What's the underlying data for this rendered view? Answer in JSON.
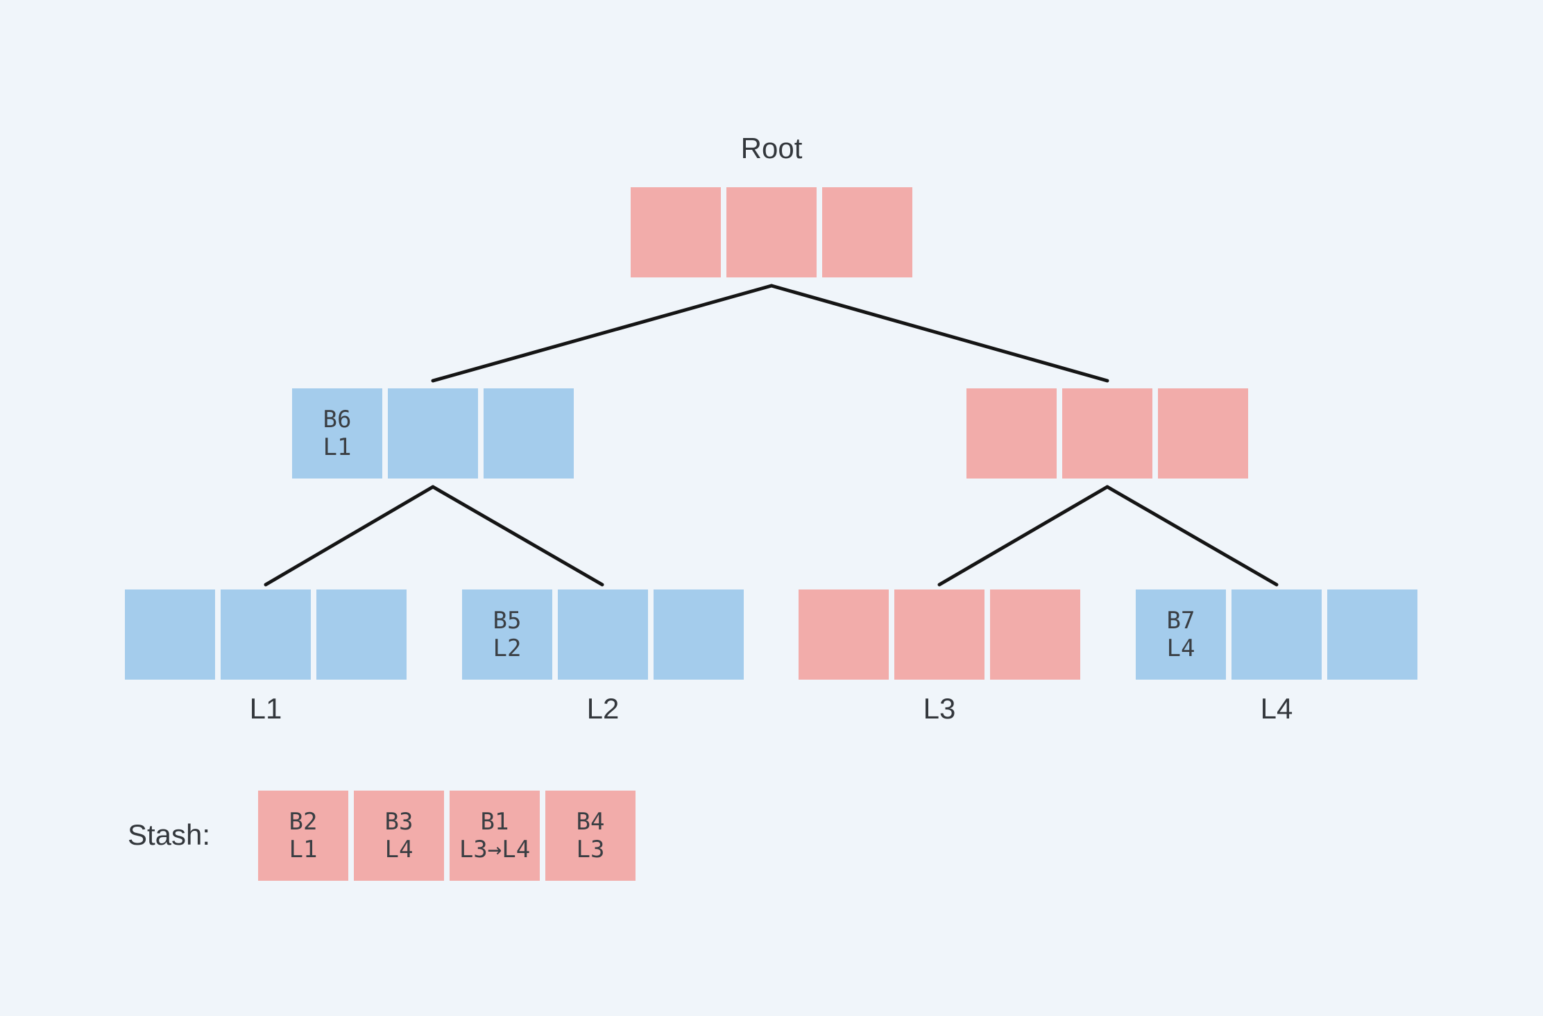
{
  "colors": {
    "background": "#F0F5FA",
    "pink": "#F2ACAA",
    "blue": "#A4CCEC",
    "line": "#151515",
    "block_text": "#3A3E43",
    "label_text": "#33373C"
  },
  "tree": {
    "root": {
      "label": "Root",
      "blocks": [
        [],
        [],
        []
      ]
    },
    "internal_left": {
      "blocks": [
        [
          "B6",
          "L1"
        ],
        [],
        []
      ]
    },
    "internal_right": {
      "blocks": [
        [],
        [],
        []
      ]
    },
    "leaves": [
      {
        "label": "L1",
        "blocks": [
          [],
          [],
          []
        ]
      },
      {
        "label": "L2",
        "blocks": [
          [
            "B5",
            "L2"
          ],
          [],
          []
        ]
      },
      {
        "label": "L3",
        "blocks": [
          [],
          [],
          []
        ]
      },
      {
        "label": "L4",
        "blocks": [
          [
            "B7",
            "L4"
          ],
          [],
          []
        ]
      }
    ],
    "edges": [
      {
        "from": "root",
        "to": "internal-left"
      },
      {
        "from": "root",
        "to": "internal-right"
      },
      {
        "from": "internal-left",
        "to": "L1"
      },
      {
        "from": "internal-left",
        "to": "L2"
      },
      {
        "from": "internal-right",
        "to": "L3"
      },
      {
        "from": "internal-right",
        "to": "L4"
      }
    ]
  },
  "stash": {
    "label": "Stash:",
    "blocks": [
      [
        "B2",
        "L1"
      ],
      [
        "B3",
        "L4"
      ],
      [
        "B1",
        "L3→L4"
      ],
      [
        "B4",
        "L3"
      ]
    ]
  }
}
